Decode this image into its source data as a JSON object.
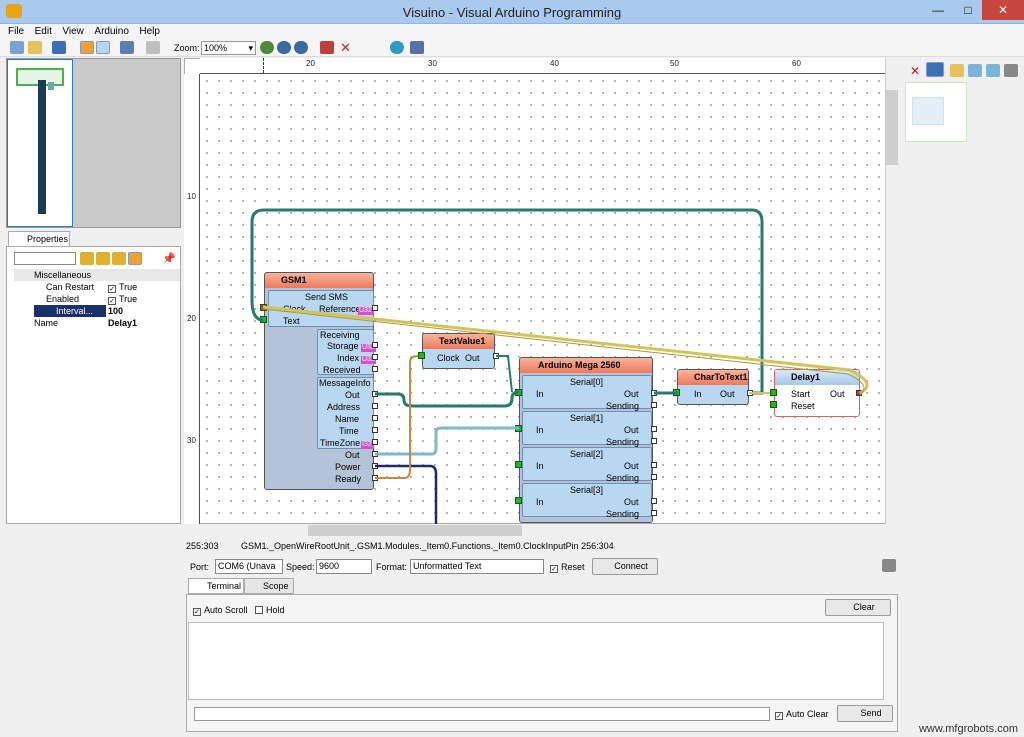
{
  "window": {
    "title": "Visuino - Visual Arduino Programming",
    "minimize": "—",
    "maximize": "□",
    "close": "✕"
  },
  "menu": [
    {
      "label": "File"
    },
    {
      "label": "Edit"
    },
    {
      "label": "View"
    },
    {
      "label": "Arduino"
    },
    {
      "label": "Help"
    }
  ],
  "toolbar": {
    "zoom_label": "Zoom:",
    "zoom_value": "100%"
  },
  "ruler": {
    "top": [
      "20",
      "30",
      "40",
      "50",
      "60"
    ],
    "left": [
      "10",
      "20",
      "30"
    ]
  },
  "properties": {
    "tab_label": "Properties",
    "group": "Miscellaneous",
    "rows": [
      {
        "name": "Can Restart",
        "value": "True"
      },
      {
        "name": "Enabled",
        "value": "True"
      },
      {
        "name": "Interval...",
        "value": "100"
      },
      {
        "name": "Name",
        "value": "Delay1"
      }
    ]
  },
  "components": {
    "gsm": {
      "title": "GSM1",
      "send_sms": "Send SMS",
      "clock": "Clock",
      "reference": "Reference",
      "text": "Text",
      "receiving": "Receiving",
      "storage": "Storage",
      "index": "Index",
      "received": "Received",
      "message_info": "MessageInfo",
      "out": "Out",
      "address": "Address",
      "name": "Name",
      "time": "Time",
      "timezone": "TimeZone",
      "out2": "Out",
      "power": "Power",
      "ready": "Ready",
      "u32": "U32",
      "i32": "I32"
    },
    "text_value": {
      "title": "TextValue1",
      "clock": "Clock",
      "out": "Out"
    },
    "mega": {
      "title": "Arduino Mega 2560",
      "serials": [
        "Serial[0]",
        "Serial[1]",
        "Serial[2]",
        "Serial[3]"
      ],
      "in": "In",
      "out": "Out",
      "sending": "Sending"
    },
    "char_to_text": {
      "title": "CharToText1",
      "in": "In",
      "out": "Out"
    },
    "delay": {
      "title": "Delay1",
      "start": "Start",
      "reset": "Reset",
      "out": "Out"
    }
  },
  "status": {
    "coords": "255:303",
    "path": "GSM1._OpenWireRootUnit_.GSM1.Modules._Item0.Functions._Item0.ClockInputPin 256:304"
  },
  "serial": {
    "port_label": "Port:",
    "port_value": "COM6 (Unava",
    "speed_label": "Speed:",
    "speed_value": "9600",
    "format_label": "Format:",
    "format_value": "Unformatted Text",
    "reset_label": "Reset",
    "connect_label": "Connect"
  },
  "terminal": {
    "tabs": [
      "Terminal",
      "Scope"
    ],
    "auto_scroll": "Auto Scroll",
    "hold": "Hold",
    "clear": "Clear",
    "auto_clear": "Auto Clear",
    "send": "Send"
  },
  "watermark": "www.mfgrobots.com",
  "colors": {
    "title_bar": "#aac9ee",
    "header": "#ec7a5c",
    "section": "#b9d7f1",
    "wire_teal": "#2a7a6c",
    "wire_yellow": "#d3c35a"
  }
}
